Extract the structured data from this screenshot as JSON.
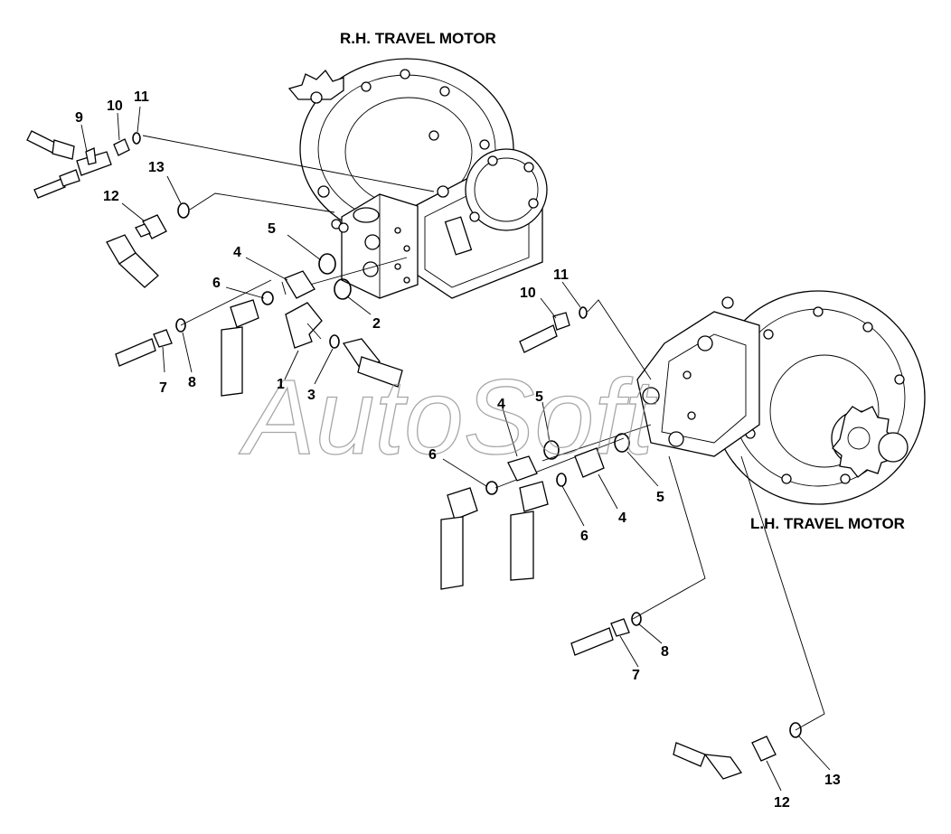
{
  "diagram": {
    "titles": {
      "rh": "R.H. TRAVEL MOTOR",
      "lh": "L.H. TRAVEL MOTOR"
    },
    "watermark": "AutoSoft",
    "callouts": [
      {
        "id": "c9",
        "text": "9"
      },
      {
        "id": "c10a",
        "text": "10"
      },
      {
        "id": "c11a",
        "text": "11"
      },
      {
        "id": "c13a",
        "text": "13"
      },
      {
        "id": "c12a",
        "text": "12"
      },
      {
        "id": "c5a",
        "text": "5"
      },
      {
        "id": "c4a",
        "text": "4"
      },
      {
        "id": "c6a",
        "text": "6"
      },
      {
        "id": "c2",
        "text": "2"
      },
      {
        "id": "c7a",
        "text": "7"
      },
      {
        "id": "c8a",
        "text": "8"
      },
      {
        "id": "c1",
        "text": "1"
      },
      {
        "id": "c3",
        "text": "3"
      },
      {
        "id": "c11b",
        "text": "11"
      },
      {
        "id": "c10b",
        "text": "10"
      },
      {
        "id": "c5b",
        "text": "5"
      },
      {
        "id": "c4b",
        "text": "4"
      },
      {
        "id": "c6b",
        "text": "6"
      },
      {
        "id": "c5c",
        "text": "5"
      },
      {
        "id": "c4c",
        "text": "4"
      },
      {
        "id": "c6c",
        "text": "6"
      },
      {
        "id": "c8b",
        "text": "8"
      },
      {
        "id": "c7b",
        "text": "7"
      },
      {
        "id": "c13b",
        "text": "13"
      },
      {
        "id": "c12b",
        "text": "12"
      }
    ]
  }
}
